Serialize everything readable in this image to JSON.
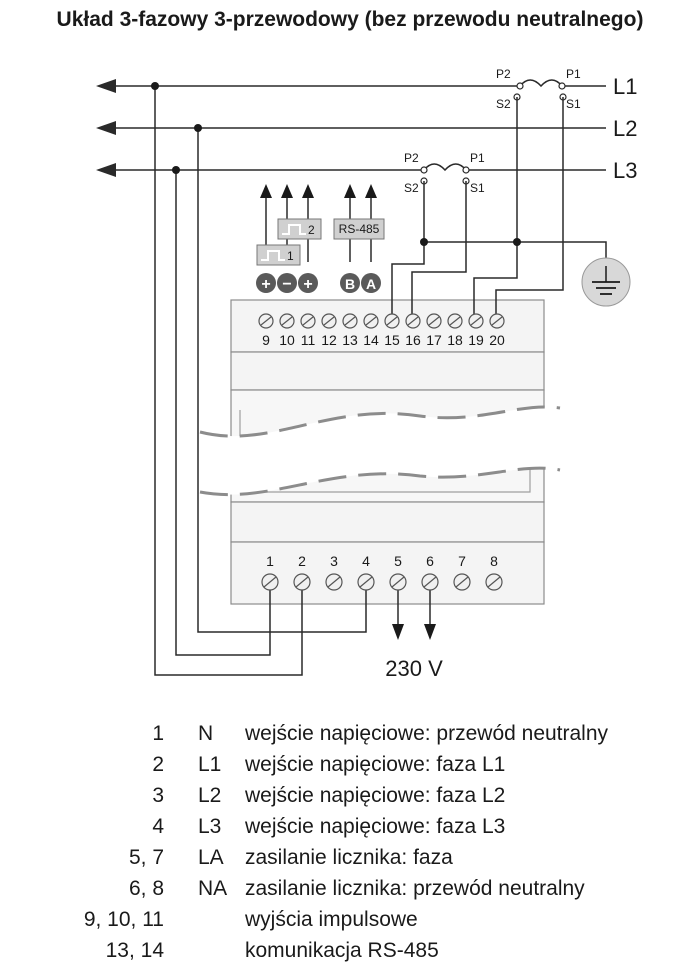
{
  "title": "Układ 3-fazowy 3-przewodowy (bez przewodu neutralnego)",
  "lines": {
    "l1": "L1",
    "l2": "L2",
    "l3": "L3"
  },
  "ct1": {
    "p2": "P2",
    "p1": "P1",
    "s2": "S2",
    "s1": "S1"
  },
  "ct2": {
    "p2": "P2",
    "p1": "P1",
    "s2": "S2",
    "s1": "S1"
  },
  "pulse_outputs": {
    "out1": "1",
    "out2": "2"
  },
  "rs485_label": "RS-485",
  "top_terminal_symbols": [
    "+",
    "−",
    "+",
    "B",
    "A"
  ],
  "top_terminal_numbers": [
    "9",
    "10",
    "11",
    "12",
    "13",
    "14",
    "15",
    "16",
    "17",
    "18",
    "19",
    "20"
  ],
  "bottom_terminal_numbers": [
    "1",
    "2",
    "3",
    "4",
    "5",
    "6",
    "7",
    "8"
  ],
  "supply_label": "230 V",
  "legend": [
    {
      "num": "1",
      "code": "N",
      "desc": "wejście napięciowe: przewód neutralny"
    },
    {
      "num": "2",
      "code": "L1",
      "desc": "wejście napięciowe: faza L1"
    },
    {
      "num": "3",
      "code": "L2",
      "desc": "wejście napięciowe: faza L2"
    },
    {
      "num": "4",
      "code": "L3",
      "desc": "wejście napięciowe: faza L3"
    },
    {
      "num": "5, 7",
      "code": "LA",
      "desc": "zasilanie licznika: faza"
    },
    {
      "num": "6, 8",
      "code": "NA",
      "desc": "zasilanie licznika: przewód neutralny"
    },
    {
      "num": "9, 10, 11",
      "code": "",
      "desc": "wyjścia impulsowe"
    },
    {
      "num": "13, 14",
      "code": "",
      "desc": "komunikacja RS-485"
    }
  ]
}
